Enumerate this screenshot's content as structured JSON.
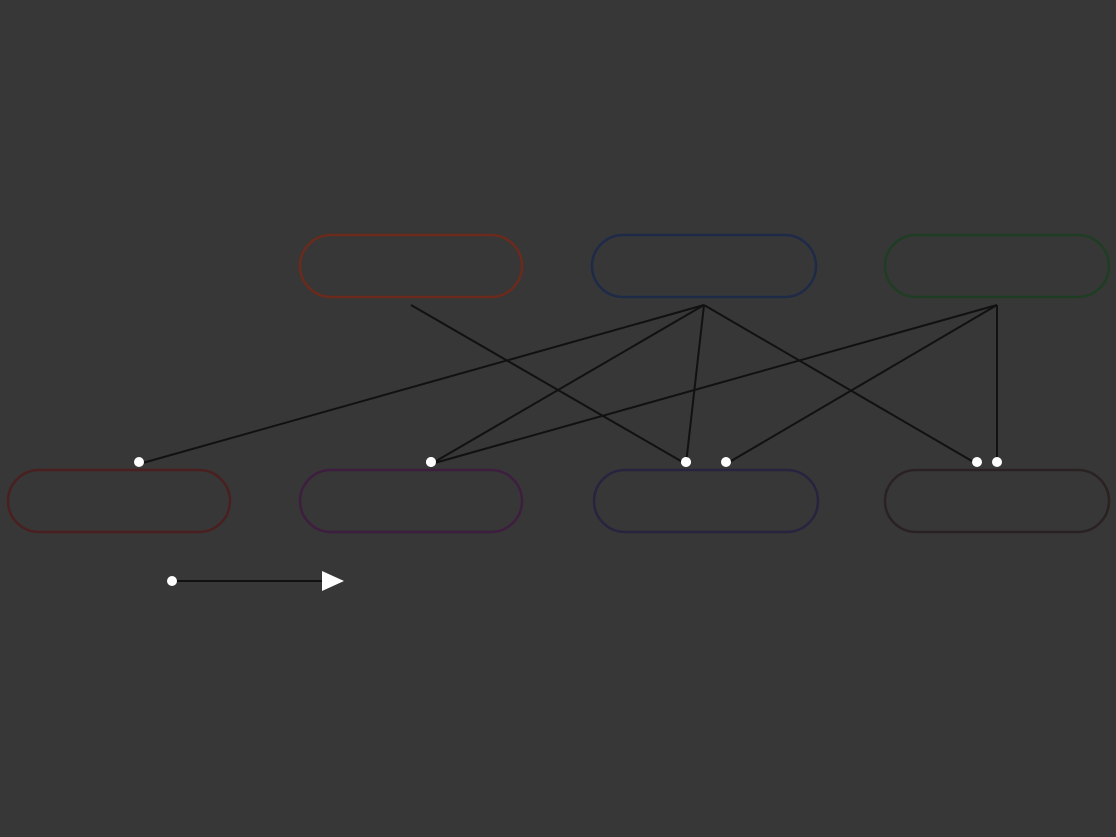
{
  "diagram": {
    "nodes": [
      {
        "id": "top-1",
        "label": "",
        "stroke": "#6b2a1c"
      },
      {
        "id": "top-2",
        "label": "",
        "stroke": "#1e2a48"
      },
      {
        "id": "top-3",
        "label": "",
        "stroke": "#1f3d22"
      },
      {
        "id": "bottom-1",
        "label": "",
        "stroke": "#4a1f1f"
      },
      {
        "id": "bottom-2",
        "label": "",
        "stroke": "#3e1e3e"
      },
      {
        "id": "bottom-3",
        "label": "",
        "stroke": "#26243e"
      },
      {
        "id": "bottom-4",
        "label": "",
        "stroke": "#2a2222"
      }
    ],
    "edges": [
      {
        "from": "top-1",
        "to": "bottom-3"
      },
      {
        "from": "top-2",
        "to": "bottom-1"
      },
      {
        "from": "top-2",
        "to": "bottom-2"
      },
      {
        "from": "top-2",
        "to": "bottom-3"
      },
      {
        "from": "top-2",
        "to": "bottom-4"
      },
      {
        "from": "top-3",
        "to": "bottom-2"
      },
      {
        "from": "top-3",
        "to": "bottom-3"
      },
      {
        "from": "top-3",
        "to": "bottom-4"
      }
    ]
  },
  "legend": {
    "text": ""
  },
  "colors": {
    "background": "#373737",
    "edge": "#111111",
    "text": "#ffffff"
  }
}
